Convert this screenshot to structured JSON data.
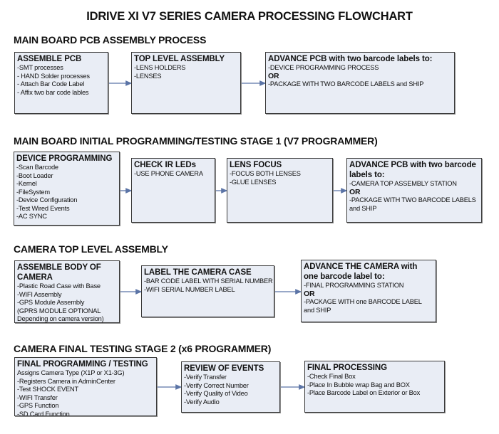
{
  "title": "IDRIVE XI V7 SERIES CAMERA PROCESSING FLOWCHART",
  "sections": [
    {
      "heading": "MAIN BOARD PCB ASSEMBLY PROCESS",
      "boxes": [
        {
          "title": "ASSEMBLE PCB",
          "lines": [
            {
              "text": " -SMT processes"
            },
            {
              "text": "- HAND Solder processes"
            },
            {
              "text": "- Attach Bar Code Label"
            },
            {
              "text": "- Affix two bar code lables"
            }
          ]
        },
        {
          "title": "TOP LEVEL ASSEMBLY",
          "lines": [
            {
              "text": "-LENS HOLDERS"
            },
            {
              "text": "-LENSES"
            }
          ]
        },
        {
          "title": "ADVANCE PCB with two barcode labels to:",
          "lines": [
            {
              "text": "-DEVICE PROGRAMMING PROCESS"
            },
            {
              "text": "OR",
              "bold": true
            },
            {
              "text": "-PACKAGE WITH TWO BARCODE LABELS and SHIP"
            }
          ]
        }
      ]
    },
    {
      "heading": "MAIN BOARD INITIAL PROGRAMMING/TESTING STAGE 1 (V7 PROGRAMMER)",
      "boxes": [
        {
          "title": "DEVICE PROGRAMMING",
          "lines": [
            {
              "text": "-Scan Barcode"
            },
            {
              "text": "-Boot Loader"
            },
            {
              "text": "-Kernel"
            },
            {
              "text": "-FileSystem"
            },
            {
              "text": "-Device Configuration"
            },
            {
              "text": "-Test Wired Events"
            },
            {
              "text": "-AC SYNC"
            }
          ]
        },
        {
          "title": "CHECK IR LEDs",
          "lines": [
            {
              "text": "-USE PHONE CAMERA"
            }
          ]
        },
        {
          "title": "LENS FOCUS",
          "lines": [
            {
              "text": "-FOCUS BOTH LENSES"
            },
            {
              "text": "-GLUE LENSES"
            }
          ]
        },
        {
          "title": "ADVANCE PCB with two barcode labels to:",
          "lines": [
            {
              "text": "-CAMERA TOP ASSEMBLY STATION"
            },
            {
              "text": "OR",
              "bold": true
            },
            {
              "text": "-PACKAGE WITH TWO BARCODE LABELS"
            },
            {
              "text": "and SHIP"
            }
          ]
        }
      ]
    },
    {
      "heading": "CAMERA TOP LEVEL ASSEMBLY",
      "boxes": [
        {
          "title": "ASSEMBLE BODY OF CAMERA",
          "lines": [
            {
              "text": "-Plastic Road Case with Base"
            },
            {
              "text": "-WIFI Assembly"
            },
            {
              "text": "-GPS Module Assembly"
            },
            {
              "text": "(GPRS MODULE OPTIONAL"
            },
            {
              "text": "Depending on camera version)"
            }
          ]
        },
        {
          "title": "LABEL THE CAMERA CASE",
          "lines": [
            {
              "text": "-BAR CODE LABEL WITH SERIAL NUMBER"
            },
            {
              "text": "-WIFI SERIAL NUMBER LABEL"
            }
          ]
        },
        {
          "title": "ADVANCE THE CAMERA with one barcode label to:",
          "lines": [
            {
              "text": "-FINAL PROGRAMMING STATION"
            },
            {
              "text": " OR",
              "bold": true
            },
            {
              "text": "-PACKAGE WITH one BARCODE LABEL"
            },
            {
              "text": "and SHIP"
            }
          ]
        }
      ]
    },
    {
      "heading": "CAMERA FINAL TESTING STAGE 2 (x6 PROGRAMMER)",
      "boxes": [
        {
          "title": "FINAL PROGRAMMING / TESTING",
          "lines": [
            {
              "text": "Assigns Camera Type (X1P or X1-3G)"
            },
            {
              "text": "-Registers Camera in AdminCenter"
            },
            {
              "text": "-Test SHOCK EVENT"
            },
            {
              "text": "-WIFI Transfer"
            },
            {
              "text": "-GPS Function"
            },
            {
              "text": "-SD Card Function"
            }
          ]
        },
        {
          "title": "REVIEW OF EVENTS",
          "lines": [
            {
              "text": "-Verify Transfer"
            },
            {
              "text": "-Verify Correct Number"
            },
            {
              "text": "-Verify Quality of Video"
            },
            {
              "text": "-Verify Audio"
            }
          ]
        },
        {
          "title": "FINAL PROCESSING",
          "lines": [
            {
              "text": " -Check Final Box"
            },
            {
              "text": "-Place In Bubble wrap Bag and BOX"
            },
            {
              "text": "-Place Barcode Label on Exterior or Box"
            }
          ]
        }
      ]
    }
  ],
  "colors": {
    "box_fill": "#e9edf5",
    "box_border": "#3a3a3a",
    "arrow": "#5b74a6"
  }
}
